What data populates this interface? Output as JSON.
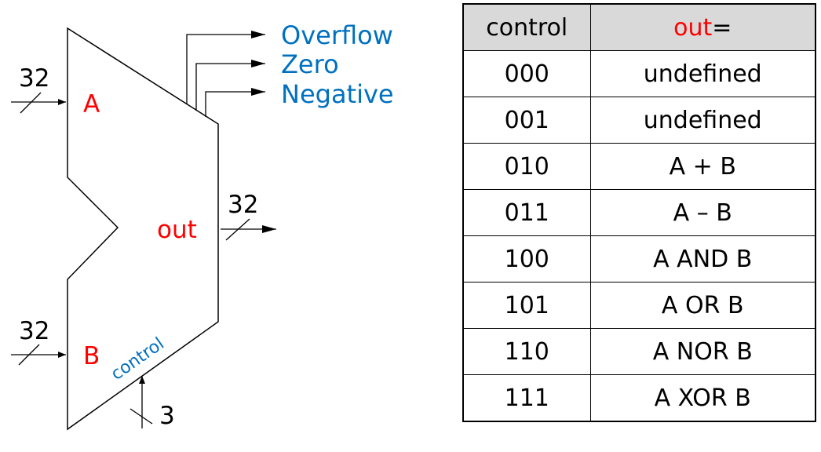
{
  "alu": {
    "input_a_label": "A",
    "input_b_label": "B",
    "input_a_width": "32",
    "input_b_width": "32",
    "output_label": "out",
    "output_width": "32",
    "control_label": "control",
    "control_width": "3",
    "flags": [
      "Overflow",
      "Zero",
      "Negative"
    ]
  },
  "table": {
    "header_control": "control",
    "header_out": "out",
    "header_out_suffix": "=",
    "rows": [
      {
        "control": "000",
        "out": "undefined"
      },
      {
        "control": "001",
        "out": "undefined"
      },
      {
        "control": "010",
        "out": "A + B"
      },
      {
        "control": "011",
        "out": "A – B"
      },
      {
        "control": "100",
        "out": "A AND B"
      },
      {
        "control": "101",
        "out": "A OR B"
      },
      {
        "control": "110",
        "out": "A NOR B"
      },
      {
        "control": "111",
        "out": "A XOR B"
      }
    ]
  },
  "colors": {
    "blue": "#0070c0",
    "red": "#ff0000",
    "header_bg": "#d9d9d9"
  }
}
